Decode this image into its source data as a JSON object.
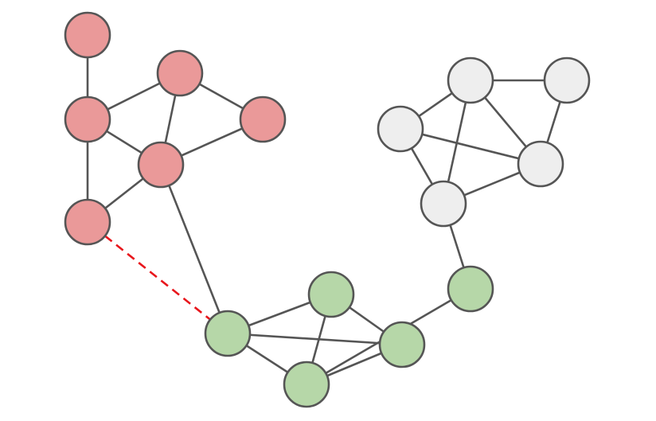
{
  "graph": {
    "colors": {
      "edge": "#555555",
      "node_stroke": "#555555",
      "dashed_edge": "#e8161c"
    },
    "clusters": [
      {
        "id": "red",
        "fill": "#ea9999"
      },
      {
        "id": "gray",
        "fill": "#eeeeee"
      },
      {
        "id": "green",
        "fill": "#b6d7a8"
      }
    ],
    "nodes": [
      {
        "id": "r1",
        "cluster": "red"
      },
      {
        "id": "r2",
        "cluster": "red"
      },
      {
        "id": "r3",
        "cluster": "red"
      },
      {
        "id": "r4",
        "cluster": "red"
      },
      {
        "id": "r5",
        "cluster": "red"
      },
      {
        "id": "r6",
        "cluster": "red"
      },
      {
        "id": "w1",
        "cluster": "gray"
      },
      {
        "id": "w2",
        "cluster": "gray"
      },
      {
        "id": "w3",
        "cluster": "gray"
      },
      {
        "id": "w4",
        "cluster": "gray"
      },
      {
        "id": "w5",
        "cluster": "gray"
      },
      {
        "id": "g1",
        "cluster": "green"
      },
      {
        "id": "g2",
        "cluster": "green"
      },
      {
        "id": "g3",
        "cluster": "green"
      },
      {
        "id": "g4",
        "cluster": "green"
      },
      {
        "id": "g5",
        "cluster": "green"
      }
    ],
    "edges": [
      {
        "source": "r1",
        "target": "r2",
        "style": "solid"
      },
      {
        "source": "r2",
        "target": "r3",
        "style": "solid"
      },
      {
        "source": "r2",
        "target": "r4",
        "style": "solid"
      },
      {
        "source": "r2",
        "target": "r6",
        "style": "solid"
      },
      {
        "source": "r3",
        "target": "r4",
        "style": "solid"
      },
      {
        "source": "r3",
        "target": "r5",
        "style": "solid"
      },
      {
        "source": "r4",
        "target": "r5",
        "style": "solid"
      },
      {
        "source": "r4",
        "target": "r6",
        "style": "solid"
      },
      {
        "source": "w1",
        "target": "w2",
        "style": "solid"
      },
      {
        "source": "w1",
        "target": "w3",
        "style": "solid"
      },
      {
        "source": "w1",
        "target": "w4",
        "style": "solid"
      },
      {
        "source": "w1",
        "target": "w5",
        "style": "solid"
      },
      {
        "source": "w2",
        "target": "w4",
        "style": "solid"
      },
      {
        "source": "w3",
        "target": "w4",
        "style": "solid"
      },
      {
        "source": "w3",
        "target": "w5",
        "style": "solid"
      },
      {
        "source": "w4",
        "target": "w5",
        "style": "solid"
      },
      {
        "source": "g1",
        "target": "g2",
        "style": "solid"
      },
      {
        "source": "g1",
        "target": "g3",
        "style": "solid"
      },
      {
        "source": "g1",
        "target": "g4",
        "style": "solid"
      },
      {
        "source": "g2",
        "target": "g3",
        "style": "solid"
      },
      {
        "source": "g2",
        "target": "g4",
        "style": "solid"
      },
      {
        "source": "g3",
        "target": "g4",
        "style": "solid"
      },
      {
        "source": "g3",
        "target": "g5",
        "style": "solid"
      },
      {
        "source": "r4",
        "target": "g1",
        "style": "solid"
      },
      {
        "source": "w5",
        "target": "g5",
        "style": "solid"
      },
      {
        "source": "r6",
        "target": "g1",
        "style": "dashed"
      }
    ]
  }
}
